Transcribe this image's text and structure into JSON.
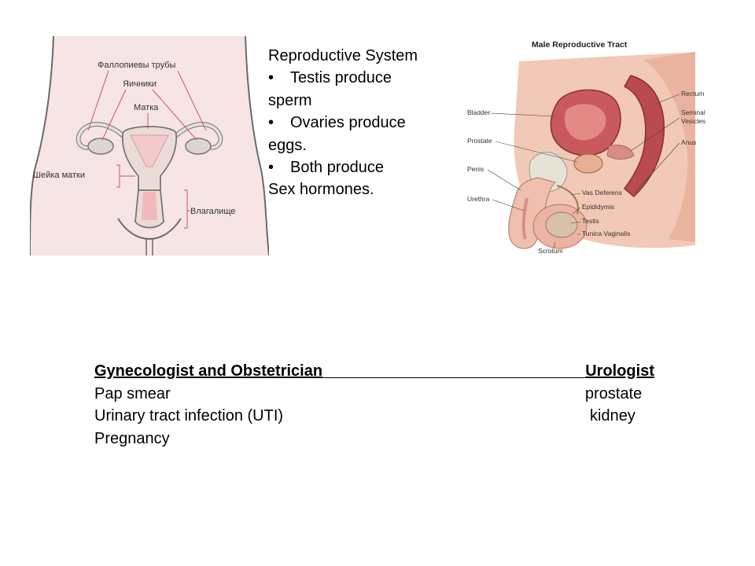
{
  "notes": {
    "title": "Reproductive System",
    "bullets": [
      {
        "bullet": "•",
        "line1": "Testis produce",
        "line2": "sperm"
      },
      {
        "bullet": "•",
        "line1": "Ovaries produce",
        "line2": "eggs."
      },
      {
        "bullet": "•",
        "line1": "Both produce",
        "line2": "Sex hormones."
      }
    ]
  },
  "female_diagram": {
    "labels": {
      "fallopian_tubes": "Фаллопиевы трубы",
      "ovaries": "Яичники",
      "uterus": "Матка",
      "cervix": "Шейка матки",
      "vagina": "Влагалище"
    }
  },
  "male_diagram": {
    "title": "Male Reproductive Tract",
    "labels": {
      "bladder": "Bladder",
      "prostate": "Prostate",
      "penis": "Penis",
      "urethra": "Urethra",
      "rectum": "Rectum",
      "seminal": "Seminal",
      "vesicles": "Vesicles",
      "anus": "Anus",
      "vas_deferens": "Vas Deferens",
      "epididymis": "Epididymis",
      "testis": "Testis",
      "tunica_vaginalis": "Tunica Vaginalis",
      "scrotum": "Scrotum"
    }
  },
  "specialties": {
    "left_header": "Gynecologist and Obstetrician",
    "right_header": "Urologist",
    "rows": [
      {
        "left": "Pap smear",
        "right": "prostate"
      },
      {
        "left": "Urinary tract infection (UTI)",
        "right": "kidney"
      },
      {
        "left": "Pregnancy",
        "right": ""
      }
    ]
  }
}
